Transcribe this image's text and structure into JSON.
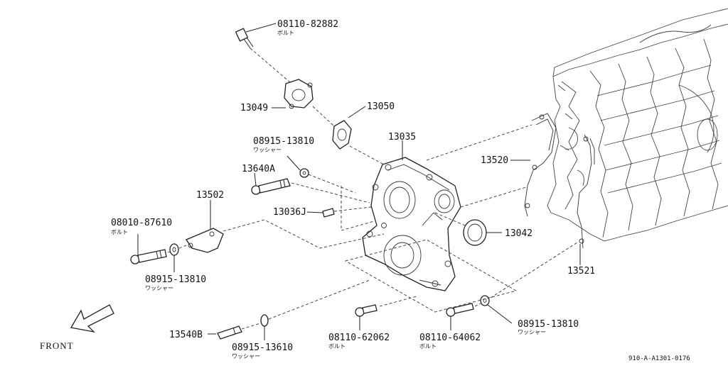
{
  "parts": [
    {
      "no": "08110-82882",
      "sub": "ボルト"
    },
    {
      "no": "13049"
    },
    {
      "no": "13050"
    },
    {
      "no": "08915-13810",
      "sub": "ワッシャー"
    },
    {
      "no": "13035"
    },
    {
      "no": "13640A"
    },
    {
      "no": "13502"
    },
    {
      "no": "13036J"
    },
    {
      "no": "13520"
    },
    {
      "no": "08010-87610",
      "sub": "ボルト"
    },
    {
      "no": "08915-13810",
      "sub": "ワッシャー"
    },
    {
      "no": "13042"
    },
    {
      "no": "13521"
    },
    {
      "no": "08915-13810",
      "sub": "ワッシャー"
    },
    {
      "no": "13540B"
    },
    {
      "no": "08915-13610",
      "sub": "ワッシャー"
    },
    {
      "no": "08110-62062",
      "sub": "ボルト"
    },
    {
      "no": "08110-64062",
      "sub": "ボルト"
    }
  ],
  "front_label": "FRONT",
  "ref_code": "910-A-A1301-0176"
}
